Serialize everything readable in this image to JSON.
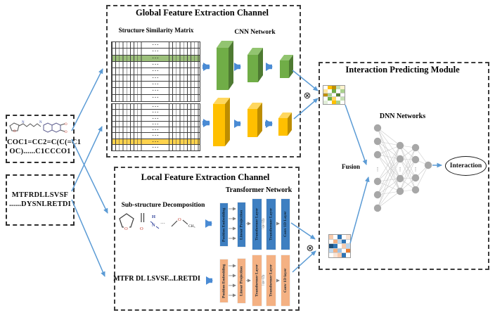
{
  "figure": {
    "inputs": {
      "drug_smiles_line1": "COC1=CC2=C(C(=C1",
      "drug_smiles_line2": "OC)......C1CCCO1",
      "protein_seq_line1": "MTFRDLLSVSF",
      "protein_seq_line2": "......DYSNLRETDI"
    },
    "global_channel": {
      "title": "Global Feature Extraction Channel",
      "matrix_label": "Structure Similarity  Matrix",
      "cnn_label": "CNN Network",
      "drug_matrix": {
        "rows": 9,
        "highlight_row": 3,
        "highlight_color": "#9CC07B",
        "cell_text": "···"
      },
      "protein_matrix": {
        "rows": 8,
        "highlight_row": 7,
        "highlight_color": "#FFD34D",
        "cell_text": "···"
      }
    },
    "local_channel": {
      "title": "Local Feature Extraction Channel",
      "transformer_label": "Transformer Network",
      "substructure_label": "Sub-structure Decomposition",
      "substructure_dots": "···",
      "methyl_label": "CH₃",
      "protein_sequence": "MTFR DL LSVSF...LRETDI",
      "drug_stack": {
        "color": "#3E7FC1",
        "layers": [
          "Position Embedding",
          "Linear Projection",
          "Transformer Layer",
          "Transformer Layer",
          "Conv 1D Layer"
        ],
        "repeat_note": "⁞ (n=12)"
      },
      "protein_stack": {
        "color": "#F4B183",
        "layers": [
          "Position Embedding",
          "Linear Projection",
          "Transformer Layer",
          "Transformer Layer",
          "Conv 1D layer"
        ],
        "repeat_note": "⁞ (n=12)"
      }
    },
    "interaction_module": {
      "title": "Interaction Predicting Module",
      "dnn_label": "DNN Networks",
      "fusion_label": "Fusion",
      "output_label": "Interaction",
      "multiply_symbol": "⊗",
      "dnn_layers": [
        6,
        4,
        4,
        1
      ],
      "drug_fusion_grid": [
        [
          "#FFFFFF",
          "#FFC000",
          "#BF8F00",
          "#C5E0B4",
          "#FFF2CC"
        ],
        [
          "#FFE699",
          "#FFFFFF",
          "#70AD47",
          "#FFFFFF",
          "#A9D18E"
        ],
        [
          "#BF8F00",
          "#A9D18E",
          "#FFFFFF",
          "#538135",
          "#FFFFFF"
        ],
        [
          "#FFFFFF",
          "#70AD47",
          "#FFD966",
          "#FFFFFF",
          "#C5E0B4"
        ],
        [
          "#E2EFDA",
          "#FFFFFF",
          "#FFC000",
          "#A9D18E",
          "#FFFFFF"
        ]
      ],
      "protein_fusion_grid": [
        [
          "#F8CBAD",
          "#FFFFFF",
          "#2E75B6",
          "#FFFFFF",
          "#FBE5D6"
        ],
        [
          "#FFFFFF",
          "#F4B183",
          "#BDD7EE",
          "#2E75B6",
          "#FFFFFF"
        ],
        [
          "#1F4E79",
          "#2E75B6",
          "#FFFFFF",
          "#F8CBAD",
          "#BDD7EE"
        ],
        [
          "#BDD7EE",
          "#F4B183",
          "#9DC3E6",
          "#FFFFFF",
          "#ED7D31"
        ],
        [
          "#FFFFFF",
          "#FBE5D6",
          "#F8CBAD",
          "#2E75B6",
          "#FFFFFF"
        ]
      ]
    }
  }
}
